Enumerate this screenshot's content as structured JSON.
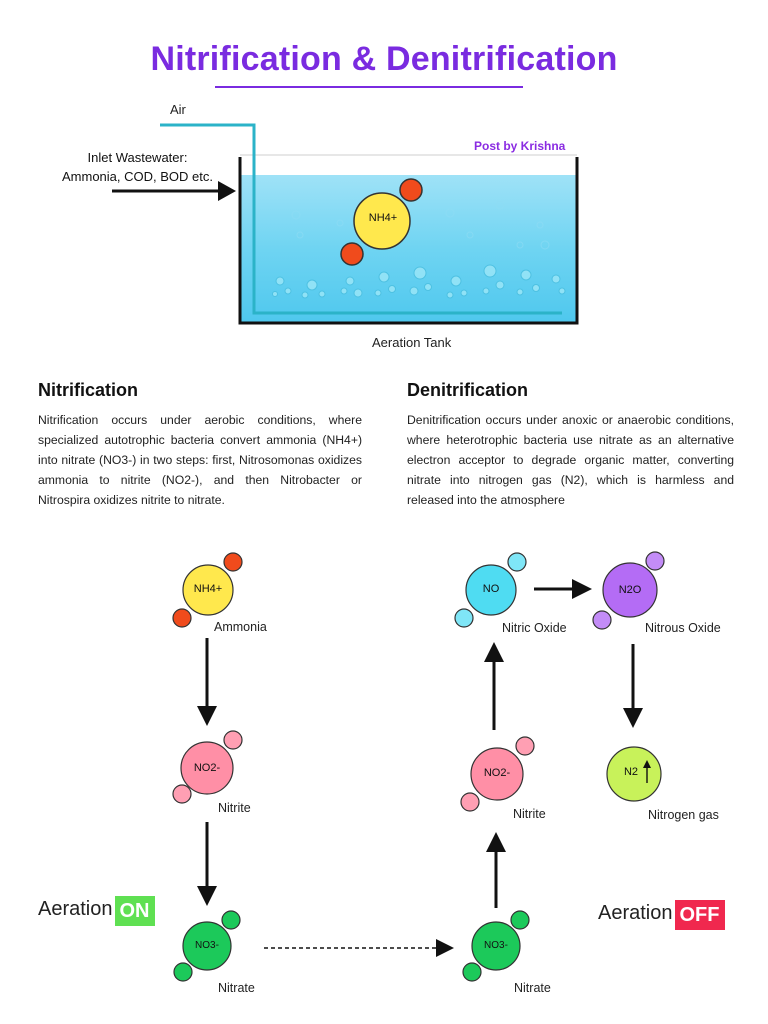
{
  "title": "Nitrification & Denitrification",
  "tank": {
    "air_label": "Air",
    "inlet_line1": "Inlet Wastewater:",
    "inlet_line2": "Ammonia, COD, BOD etc.",
    "post_by": "Post by Krishna",
    "molecule": "NH4+",
    "tank_label": "Aeration Tank"
  },
  "nitrification": {
    "heading": "Nitrification",
    "text": "Nitrification occurs under aerobic conditions, where specialized autotrophic bacteria convert ammonia (NH4+) into nitrate (NO3-) in two steps: first, Nitrosomonas oxidizes ammonia to nitrite (NO2-), and then Nitrobacter or Nitrospira oxidizes nitrite to nitrate."
  },
  "denitrification": {
    "heading": "Denitrification",
    "text": "Denitrification occurs under anoxic or anaerobic conditions, where heterotrophic bacteria use nitrate as an alternative electron acceptor to degrade organic matter, converting nitrate into nitrogen gas (N2), which is harmless and released into the atmosphere"
  },
  "left_flow": {
    "ammonia": {
      "formula": "NH4+",
      "caption": "Ammonia"
    },
    "nitrite": {
      "formula": "NO2-",
      "caption": "Nitrite"
    },
    "nitrate": {
      "formula": "NO3-",
      "caption": "Nitrate"
    }
  },
  "right_flow": {
    "nitrate": {
      "formula": "NO3-",
      "caption": "Nitrate"
    },
    "nitrite": {
      "formula": "NO2-",
      "caption": "Nitrite"
    },
    "nitric_oxide": {
      "formula": "NO",
      "caption": "Nitric Oxide"
    },
    "nitrous_oxide": {
      "formula": "N2O",
      "caption": "Nitrous Oxide"
    },
    "nitrogen_gas": {
      "formula": "N2",
      "caption": "Nitrogen gas"
    }
  },
  "aeration_on": {
    "label": "Aeration",
    "badge": "ON"
  },
  "aeration_off": {
    "label": "Aeration",
    "badge": "OFF"
  },
  "colors": {
    "title": "#7a2be0",
    "water": "#6fd4f2",
    "ammonia": "#ffe84d",
    "ammonia_atom": "#f04b1c",
    "nitrite": "#ff8fa6",
    "nitrate": "#1cc95a",
    "nitric_oxide": "#4fdcf2",
    "nitrous_oxide": "#b46cf5",
    "nitrogen_gas": "#c8f25a",
    "on": "#5fe052",
    "off": "#f0284e"
  }
}
